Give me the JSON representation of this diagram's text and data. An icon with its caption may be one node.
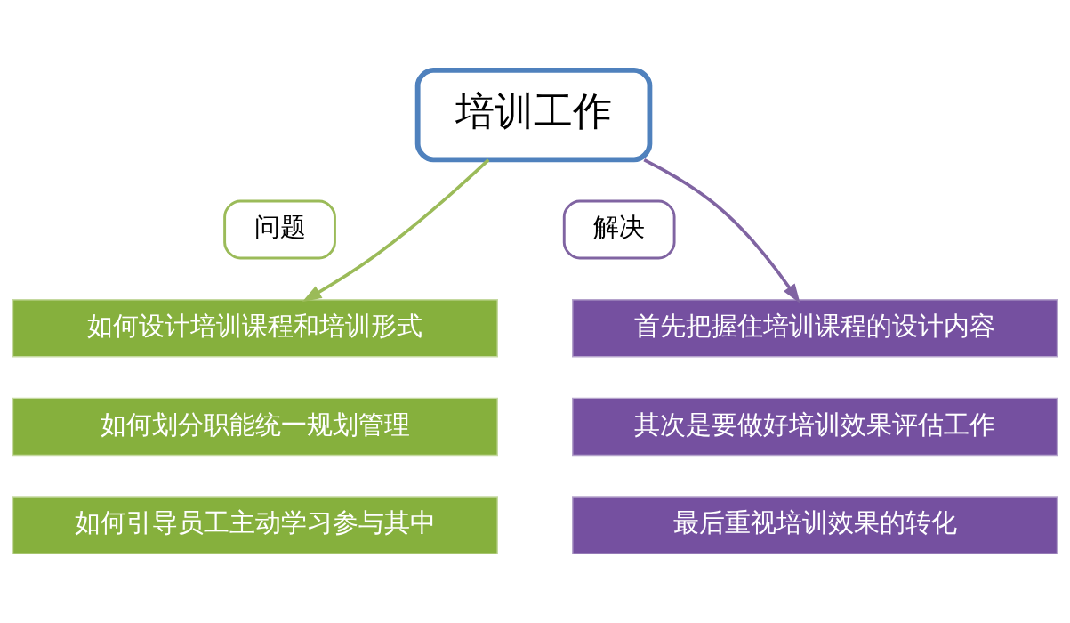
{
  "diagram": {
    "nodes": [
      {
        "text": [
          "培训工作"
        ]
      },
      {
        "text": [
          "问题"
        ]
      },
      {
        "text": [
          "解决"
        ]
      },
      {
        "text": [
          "如何设计培训课程和培训形式"
        ]
      },
      {
        "text": [
          "如何划分职能统一规划管理"
        ]
      },
      {
        "text": [
          "如何引导员工主动学习参与其中"
        ]
      },
      {
        "text": [
          "首先把握住培训课程的设计内容"
        ]
      },
      {
        "text": [
          "其次是要做好培训效果评估工作"
        ]
      },
      {
        "text": [
          "最后重视培训效果的转化"
        ]
      }
    ],
    "edges": [
      {
        "from": 0,
        "to": 3,
        "arrow": "to",
        "color": "#9bbb59"
      },
      {
        "from": 0,
        "to": 6,
        "arrow": "to",
        "color": "#8064a2"
      }
    ]
  }
}
